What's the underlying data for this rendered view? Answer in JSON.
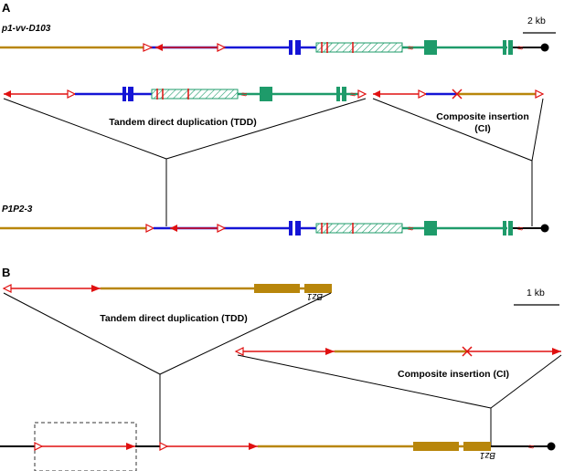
{
  "figure": {
    "colors": {
      "gold": "#b8860b",
      "blue": "#1414d6",
      "green": "#1e9b6a",
      "red": "#e01010",
      "black": "#000000"
    },
    "panel_a": {
      "label": "A",
      "allele_top": "p1-vv-D103",
      "allele_bottom": "P1P2-3",
      "scale_label": "2 kb",
      "tdd_label": "Tandem direct duplication (TDD)",
      "ci_label_line1": "Composite insertion",
      "ci_label_line2": "(CI)"
    },
    "panel_b": {
      "label": "B",
      "scale_label": "1 kb",
      "tdd_label": "Tandem direct duplication (TDD)",
      "ci_label": "Composite insertion (CI)",
      "gene_label": "Bz1"
    }
  }
}
